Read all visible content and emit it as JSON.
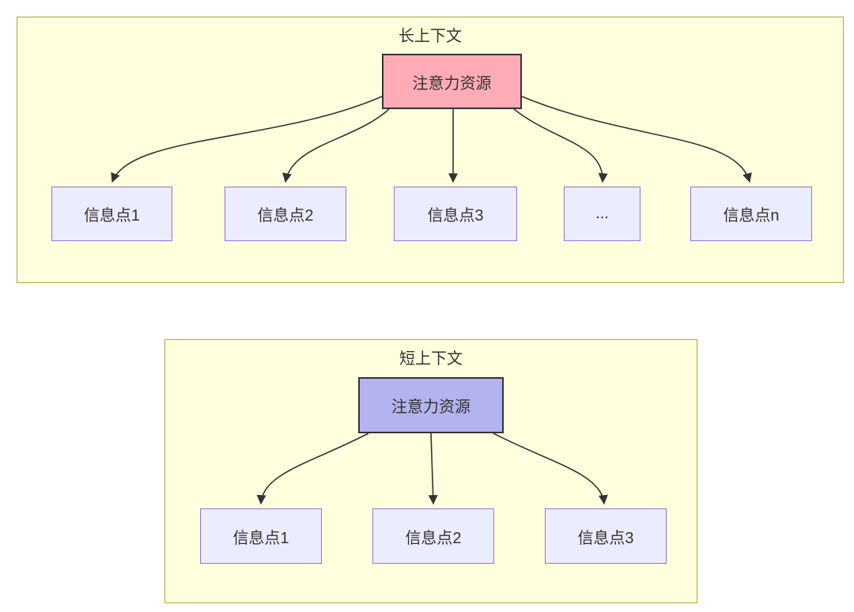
{
  "diagram": {
    "type": "flowchart-comparison",
    "background": "#ffffff",
    "panels": [
      {
        "title": "长上下文",
        "source_label": "注意力资源",
        "source_fill": "#ffacb7",
        "targets": [
          "信息点1",
          "信息点2",
          "信息点3",
          "...",
          "信息点n"
        ]
      },
      {
        "title": "短上下文",
        "source_label": "注意力资源",
        "source_fill": "#b3b3f0",
        "targets": [
          "信息点1",
          "信息点2",
          "信息点3"
        ]
      }
    ],
    "colors": {
      "panel_fill": "#ffffde",
      "panel_border": "#aaaa33",
      "target_fill": "#ececff",
      "target_border": "#9370db",
      "source_border": "#333333",
      "arrow": "#333333",
      "text": "#333333"
    }
  }
}
